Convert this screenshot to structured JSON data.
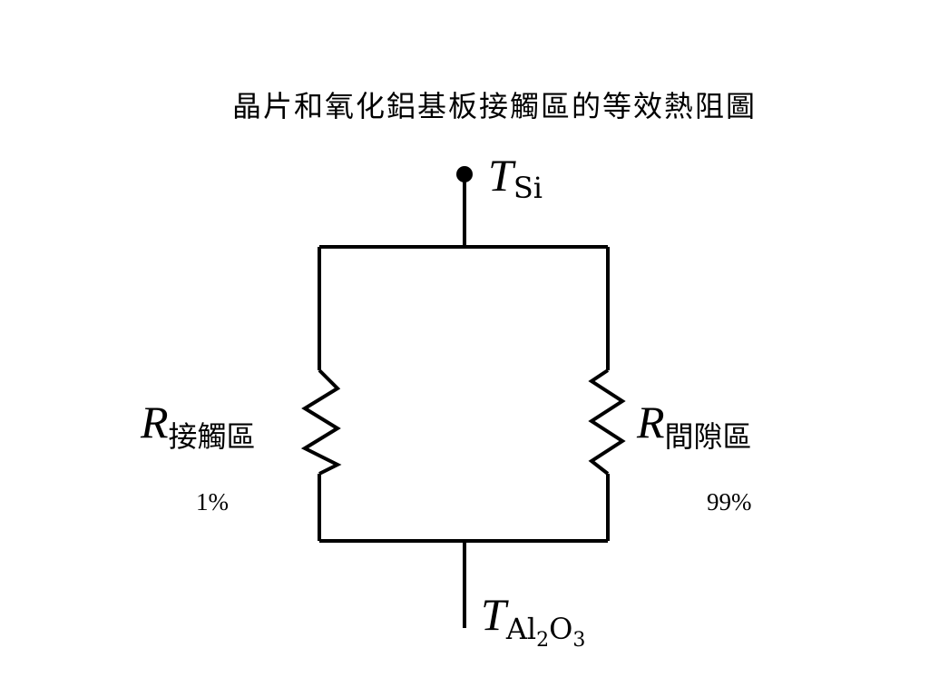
{
  "title": "晶片和氧化鋁基板接觸區的等效熱阻圖",
  "node_top": {
    "symbol": "T",
    "subscript": "Si"
  },
  "node_bottom": {
    "symbol": "T",
    "sub_a": "Al",
    "sub_a_num": "2",
    "sub_b": "O",
    "sub_b_num": "3"
  },
  "resistor_left": {
    "symbol": "R",
    "subscript": "接觸區",
    "percent": "1%"
  },
  "resistor_right": {
    "symbol": "R",
    "subscript": "間隙區",
    "percent": "99%"
  },
  "colors": {
    "line": "#000000",
    "background": "#ffffff"
  }
}
